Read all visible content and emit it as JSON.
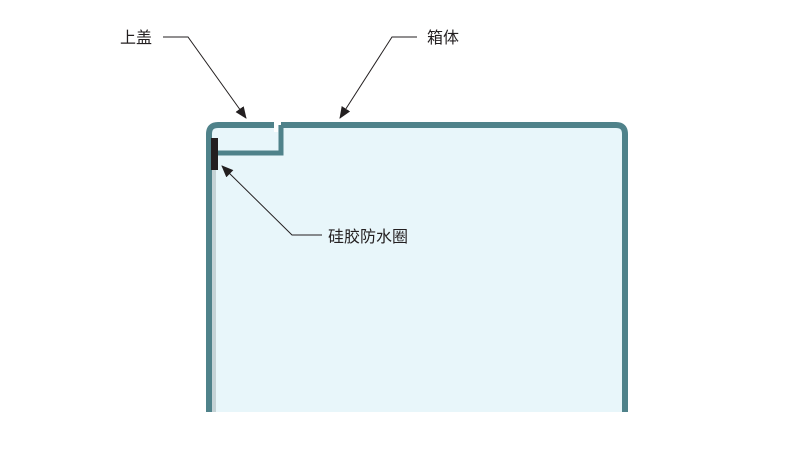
{
  "labels": {
    "lid": "上盖",
    "box_body": "箱体",
    "silicone_seal": "硅胶防水圈"
  },
  "colors": {
    "wall": "#4f828a",
    "interior": "#e8f6fa",
    "inner_shadow": "#c5d3d6",
    "seal": "#231f20",
    "leader": "#231f20",
    "text": "#231f20",
    "background": "#ffffff"
  }
}
